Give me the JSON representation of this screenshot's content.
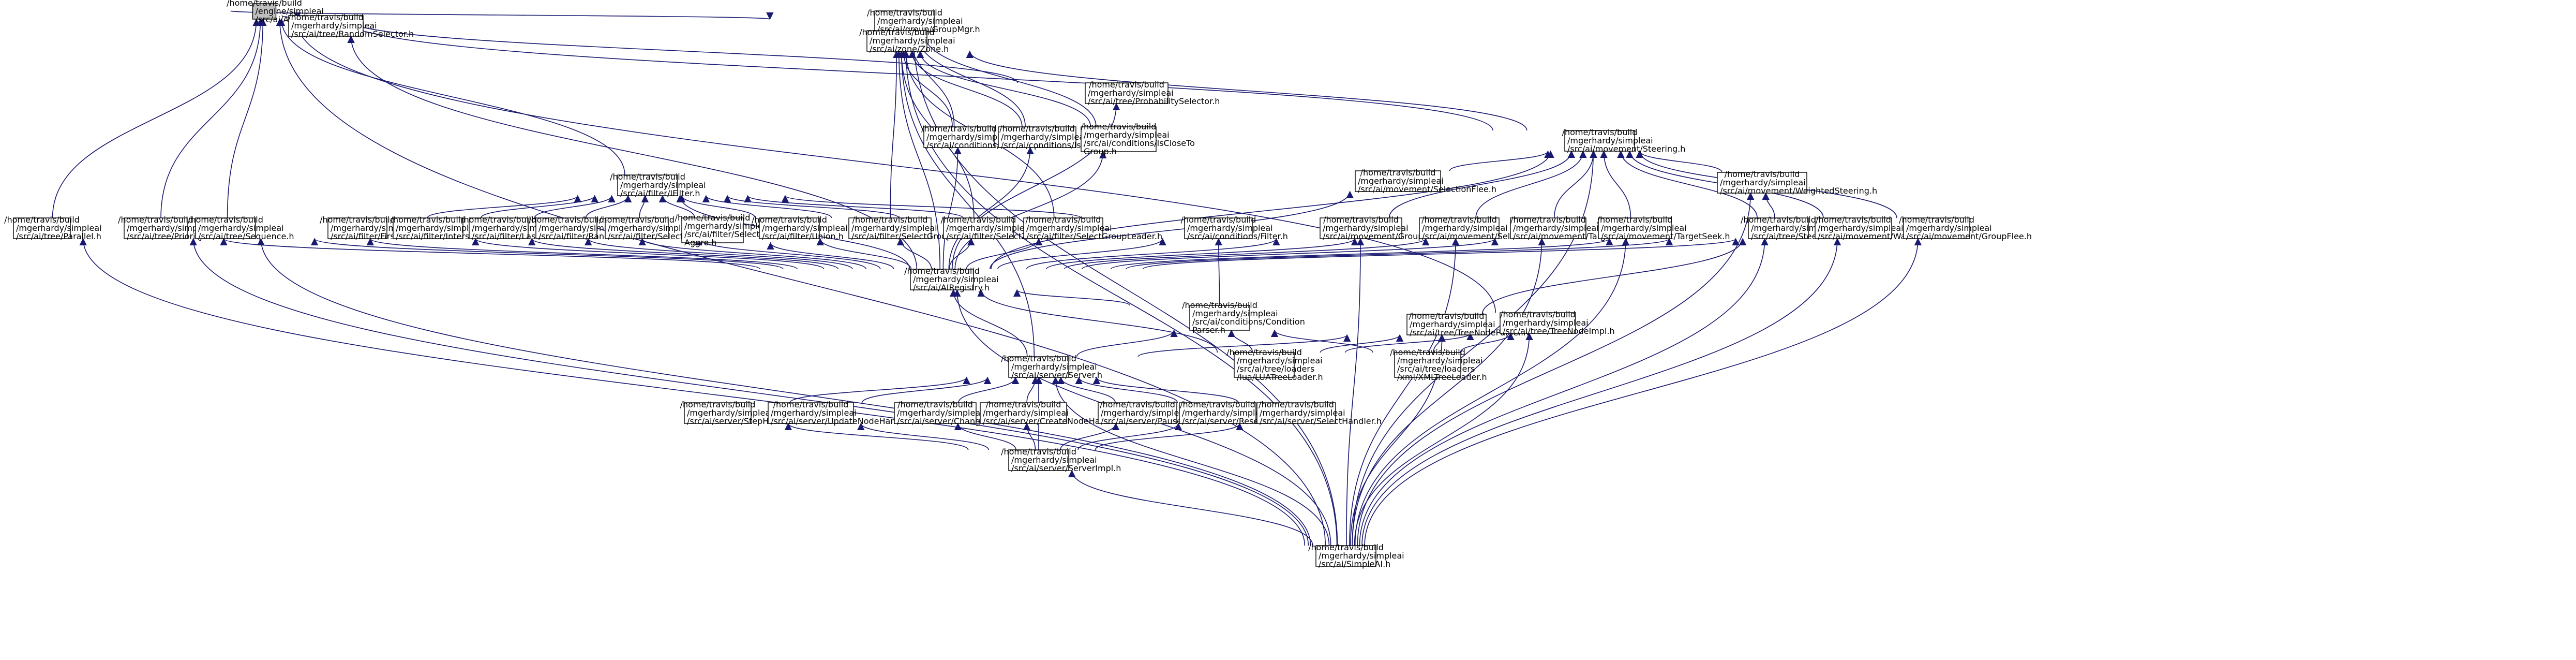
{
  "diagram": {
    "title": "",
    "colors": {
      "edge": "#191970",
      "root_fill": "#bfbfbf",
      "node_fill": "#ffffff",
      "border": "#000000"
    },
    "nodes": [
      {
        "id": "ai",
        "lines": [
          "/home/travis/build",
          "/engine/simpleai",
          "/src/ai/AI.h"
        ],
        "root": true
      },
      {
        "id": "randomsel",
        "lines": [
          "/home/travis/build",
          "/mgerhardy/simpleai",
          "/src/ai/tree/RandomSelector.h"
        ]
      },
      {
        "id": "groupmgr",
        "lines": [
          "/home/travis/build",
          "/mgerhardy/simpleai",
          "/src/ai/group/GroupMgr.h"
        ]
      },
      {
        "id": "zone",
        "lines": [
          "/home/travis/build",
          "/mgerhardy/simpleai",
          "/src/ai/zone/Zone.h"
        ]
      },
      {
        "id": "probsel",
        "lines": [
          "/home/travis/build",
          "/mgerhardy/simpleai",
          "/src/ai/tree/ProbabilitySelector.h"
        ]
      },
      {
        "id": "isingroup",
        "lines": [
          "/home/travis/build",
          "/mgerhardy/simpleai",
          "/src/ai/conditions/IsInGroup.h"
        ]
      },
      {
        "id": "isgroupleader",
        "lines": [
          "/home/travis/build",
          "/mgerhardy/simpleai",
          "/src/ai/conditions/IsGroupLeader.h"
        ]
      },
      {
        "id": "iscloseto",
        "lines": [
          "/home/travis/build",
          "/mgerhardy/simpleai",
          "/src/ai/conditions/IsCloseTo",
          "Group.h"
        ]
      },
      {
        "id": "steering",
        "lines": [
          "/home/travis/build",
          "/mgerhardy/simpleai",
          "/src/ai/movement/Steering.h"
        ]
      },
      {
        "id": "ifilter",
        "lines": [
          "/home/travis/build",
          "/mgerhardy/simpleai",
          "/src/ai/filter/IFilter.h"
        ]
      },
      {
        "id": "parallel",
        "lines": [
          "/home/travis/build",
          "/mgerhardy/simpleai",
          "/src/ai/tree/Parallel.h"
        ]
      },
      {
        "id": "prioritysel",
        "lines": [
          "/home/travis/build",
          "/mgerhardy/simpleai",
          "/src/ai/tree/PrioritySelector.h"
        ]
      },
      {
        "id": "sequence",
        "lines": [
          "/home/travis/build",
          "/mgerhardy/simpleai",
          "/src/ai/tree/Sequence.h"
        ]
      },
      {
        "id": "filterfirst",
        "lines": [
          "/home/travis/build",
          "/mgerhardy/simpleai",
          "/src/ai/filter/First.h"
        ]
      },
      {
        "id": "filterintersection",
        "lines": [
          "/home/travis/build",
          "/mgerhardy/simpleai",
          "/src/ai/filter/Intersection.h"
        ]
      },
      {
        "id": "filterlast",
        "lines": [
          "/home/travis/build",
          "/mgerhardy/simpleai",
          "/src/ai/filter/Last.h"
        ]
      },
      {
        "id": "filterrandom",
        "lines": [
          "/home/travis/build",
          "/mgerhardy/simpleai",
          "/src/ai/filter/Random.h"
        ]
      },
      {
        "id": "selectempty",
        "lines": [
          "/home/travis/build",
          "/mgerhardy/simpleai",
          "/src/ai/filter/SelectEmpty.h"
        ]
      },
      {
        "id": "selecthighest",
        "lines": [
          "/home/travis/build",
          "/mgerhardy/simpleai",
          "/src/ai/filter/SelectHighest",
          "Aggro.h"
        ]
      },
      {
        "id": "filterunion",
        "lines": [
          "/home/travis/build",
          "/mgerhardy/simpleai",
          "/src/ai/filter/Union.h"
        ]
      },
      {
        "id": "selectgroupmembers",
        "lines": [
          "/home/travis/build",
          "/mgerhardy/simpleai",
          "/src/ai/filter/SelectGroupMembers.h"
        ]
      },
      {
        "id": "selectzone",
        "lines": [
          "/home/travis/build",
          "/mgerhardy/simpleai",
          "/src/ai/filter/SelectZone.h"
        ]
      },
      {
        "id": "selectgroupleader",
        "lines": [
          "/home/travis/build",
          "/mgerhardy/simpleai",
          "/src/ai/filter/SelectGroupLeader.h"
        ]
      },
      {
        "id": "condfilter",
        "lines": [
          "/home/travis/build",
          "/mgerhardy/simpleai",
          "/src/ai/conditions/Filter.h"
        ]
      },
      {
        "id": "selectionflee",
        "lines": [
          "/home/travis/build",
          "/mgerhardy/simpleai",
          "/src/ai/movement/SelectionFlee.h"
        ]
      },
      {
        "id": "groupseek",
        "lines": [
          "/home/travis/build",
          "/mgerhardy/simpleai",
          "/src/ai/movement/GroupSeek.h"
        ]
      },
      {
        "id": "selectionseek",
        "lines": [
          "/home/travis/build",
          "/mgerhardy/simpleai",
          "/src/ai/movement/SelectionSeek.h"
        ]
      },
      {
        "id": "targetflee",
        "lines": [
          "/home/travis/build",
          "/mgerhardy/simpleai",
          "/src/ai/movement/TargetFlee.h"
        ]
      },
      {
        "id": "targetseek",
        "lines": [
          "/home/travis/build",
          "/mgerhardy/simpleai",
          "/src/ai/movement/TargetSeek.h"
        ]
      },
      {
        "id": "weightedsteering",
        "lines": [
          "/home/travis/build",
          "/mgerhardy/simpleai",
          "/src/ai/movement/WeightedSteering.h"
        ]
      },
      {
        "id": "steer",
        "lines": [
          "/home/travis/build",
          "/mgerhardy/simpleai",
          "/src/ai/tree/Steer.h"
        ]
      },
      {
        "id": "wander",
        "lines": [
          "/home/travis/build",
          "/mgerhardy/simpleai",
          "/src/ai/movement/Wander.h"
        ]
      },
      {
        "id": "groupflee",
        "lines": [
          "/home/travis/build",
          "/mgerhardy/simpleai",
          "/src/ai/movement/GroupFlee.h"
        ]
      },
      {
        "id": "airegistry",
        "lines": [
          "/home/travis/build",
          "/mgerhardy/simpleai",
          "/src/ai/AIRegistry.h"
        ]
      },
      {
        "id": "condparser",
        "lines": [
          "/home/travis/build",
          "/mgerhardy/simpleai",
          "/src/ai/conditions/Condition",
          "Parser.h"
        ]
      },
      {
        "id": "treenodeparser",
        "lines": [
          "/home/travis/build",
          "/mgerhardy/simpleai",
          "/src/ai/tree/TreeNodeParser.h"
        ]
      },
      {
        "id": "treenodeimpl",
        "lines": [
          "/home/travis/build",
          "/mgerhardy/simpleai",
          "/src/ai/tree/TreeNodeImpl.h"
        ]
      },
      {
        "id": "server",
        "lines": [
          "/home/travis/build",
          "/mgerhardy/simpleai",
          "/src/ai/server/Server.h"
        ]
      },
      {
        "id": "lualoader",
        "lines": [
          "/home/travis/build",
          "/mgerhardy/simpleai",
          "/src/ai/tree/loaders",
          "/lua/LUATreeLoader.h"
        ]
      },
      {
        "id": "xmlloader",
        "lines": [
          "/home/travis/build",
          "/mgerhardy/simpleai",
          "/src/ai/tree/loaders",
          "/xml/XMLTreeLoader.h"
        ]
      },
      {
        "id": "stephandler",
        "lines": [
          "/home/travis/build",
          "/mgerhardy/simpleai",
          "/src/ai/server/StepHandler.h"
        ]
      },
      {
        "id": "updatenodehandler",
        "lines": [
          "/home/travis/build",
          "/mgerhardy/simpleai",
          "/src/ai/server/UpdateNodeHandler.h"
        ]
      },
      {
        "id": "changehandler",
        "lines": [
          "/home/travis/build",
          "/mgerhardy/simpleai",
          "/src/ai/server/ChangeHandler.h"
        ]
      },
      {
        "id": "createnodehandler",
        "lines": [
          "/home/travis/build",
          "/mgerhardy/simpleai",
          "/src/ai/server/CreateNodeHandler.h"
        ]
      },
      {
        "id": "pausehandler",
        "lines": [
          "/home/travis/build",
          "/mgerhardy/simpleai",
          "/src/ai/server/PauseHandler.h"
        ]
      },
      {
        "id": "resethandler",
        "lines": [
          "/home/travis/build",
          "/mgerhardy/simpleai",
          "/src/ai/server/ResetHandler.h"
        ]
      },
      {
        "id": "selecthandler",
        "lines": [
          "/home/travis/build",
          "/mgerhardy/simpleai",
          "/src/ai/server/SelectHandler.h"
        ]
      },
      {
        "id": "serverimpl",
        "lines": [
          "/home/travis/build",
          "/mgerhardy/simpleai",
          "/src/ai/server/ServerImpl.h"
        ]
      },
      {
        "id": "simpleai",
        "lines": [
          "/home/travis/build",
          "/mgerhardy/simpleai",
          "/src/ai/SimpleAI.h"
        ]
      }
    ],
    "edges": [
      [
        "randomsel",
        "ai"
      ],
      [
        "groupmgr",
        "ai"
      ],
      [
        "probsel",
        "ai"
      ],
      [
        "steering",
        "ai"
      ],
      [
        "ifilter",
        "ai"
      ],
      [
        "parallel",
        "ai"
      ],
      [
        "prioritysel",
        "ai"
      ],
      [
        "sequence",
        "ai"
      ],
      [
        "treenodeimpl",
        "ai"
      ],
      [
        "simpleai",
        "ai"
      ],
      [
        "zone",
        "groupmgr"
      ],
      [
        "isingroup",
        "groupmgr"
      ],
      [
        "isgroupleader",
        "groupmgr"
      ],
      [
        "iscloseto",
        "groupmgr"
      ],
      [
        "simpleai",
        "groupmgr"
      ],
      [
        "isingroup",
        "zone"
      ],
      [
        "isgroupleader",
        "zone"
      ],
      [
        "iscloseto",
        "zone"
      ],
      [
        "steering",
        "zone"
      ],
      [
        "selectgroupmembers",
        "zone"
      ],
      [
        "selectzone",
        "zone"
      ],
      [
        "selectgroupleader",
        "zone"
      ],
      [
        "server",
        "zone"
      ],
      [
        "simpleai",
        "zone"
      ],
      [
        "airegistry",
        "zone"
      ],
      [
        "selectionflee",
        "steering"
      ],
      [
        "groupseek",
        "steering"
      ],
      [
        "selectionseek",
        "steering"
      ],
      [
        "targetflee",
        "steering"
      ],
      [
        "targetseek",
        "steering"
      ],
      [
        "weightedsteering",
        "steering"
      ],
      [
        "steer",
        "steering"
      ],
      [
        "wander",
        "steering"
      ],
      [
        "groupflee",
        "steering"
      ],
      [
        "airegistry",
        "steering"
      ],
      [
        "simpleai",
        "steering"
      ],
      [
        "steer",
        "weightedsteering"
      ],
      [
        "simpleai",
        "weightedsteering"
      ],
      [
        "filterfirst",
        "ifilter"
      ],
      [
        "filterintersection",
        "ifilter"
      ],
      [
        "filterlast",
        "ifilter"
      ],
      [
        "filterrandom",
        "ifilter"
      ],
      [
        "selectempty",
        "ifilter"
      ],
      [
        "selecthighest",
        "ifilter"
      ],
      [
        "filterunion",
        "ifilter"
      ],
      [
        "selectgroupmembers",
        "ifilter"
      ],
      [
        "selectzone",
        "ifilter"
      ],
      [
        "selectgroupleader",
        "ifilter"
      ],
      [
        "condfilter",
        "ifilter"
      ],
      [
        "airegistry",
        "ifilter"
      ],
      [
        "airegistry",
        "randomsel"
      ],
      [
        "airegistry",
        "probsel"
      ],
      [
        "airegistry",
        "isingroup"
      ],
      [
        "airegistry",
        "isgroupleader"
      ],
      [
        "airegistry",
        "iscloseto"
      ],
      [
        "airegistry",
        "parallel"
      ],
      [
        "airegistry",
        "prioritysel"
      ],
      [
        "airegistry",
        "sequence"
      ],
      [
        "airegistry",
        "filterfirst"
      ],
      [
        "airegistry",
        "filterintersection"
      ],
      [
        "airegistry",
        "filterlast"
      ],
      [
        "airegistry",
        "filterrandom"
      ],
      [
        "airegistry",
        "selectempty"
      ],
      [
        "airegistry",
        "selecthighest"
      ],
      [
        "airegistry",
        "filterunion"
      ],
      [
        "airegistry",
        "selectgroupmembers"
      ],
      [
        "airegistry",
        "selectzone"
      ],
      [
        "airegistry",
        "selectgroupleader"
      ],
      [
        "airegistry",
        "condfilter"
      ],
      [
        "airegistry",
        "selectionflee"
      ],
      [
        "airegistry",
        "groupseek"
      ],
      [
        "airegistry",
        "selectionseek"
      ],
      [
        "airegistry",
        "targetflee"
      ],
      [
        "airegistry",
        "targetseek"
      ],
      [
        "airegistry",
        "steer"
      ],
      [
        "airegistry",
        "wander"
      ],
      [
        "airegistry",
        "groupflee"
      ],
      [
        "condparser",
        "condfilter"
      ],
      [
        "server",
        "airegistry"
      ],
      [
        "lualoader",
        "airegistry"
      ],
      [
        "simpleai",
        "airegistry"
      ],
      [
        "condparser",
        "airegistry"
      ],
      [
        "server",
        "condparser"
      ],
      [
        "lualoader",
        "condparser"
      ],
      [
        "xmlloader",
        "condparser"
      ],
      [
        "server",
        "treenodeparser"
      ],
      [
        "lualoader",
        "treenodeparser"
      ],
      [
        "xmlloader",
        "treenodeparser"
      ],
      [
        "simpleai",
        "treenodeparser"
      ],
      [
        "treenodeparser",
        "steer"
      ],
      [
        "lualoader",
        "treenodeimpl"
      ],
      [
        "xmlloader",
        "treenodeimpl"
      ],
      [
        "simpleai",
        "treenodeimpl"
      ],
      [
        "stephandler",
        "server"
      ],
      [
        "updatenodehandler",
        "server"
      ],
      [
        "changehandler",
        "server"
      ],
      [
        "createnodehandler",
        "server"
      ],
      [
        "pausehandler",
        "server"
      ],
      [
        "resethandler",
        "server"
      ],
      [
        "selecthandler",
        "server"
      ],
      [
        "serverimpl",
        "server"
      ],
      [
        "simpleai",
        "server"
      ],
      [
        "serverimpl",
        "stephandler"
      ],
      [
        "serverimpl",
        "updatenodehandler"
      ],
      [
        "serverimpl",
        "changehandler"
      ],
      [
        "serverimpl",
        "createnodehandler"
      ],
      [
        "serverimpl",
        "pausehandler"
      ],
      [
        "serverimpl",
        "resethandler"
      ],
      [
        "serverimpl",
        "selecthandler"
      ],
      [
        "simpleai",
        "serverimpl"
      ],
      [
        "simpleai",
        "parallel"
      ],
      [
        "simpleai",
        "prioritysel"
      ],
      [
        "simpleai",
        "sequence"
      ],
      [
        "simpleai",
        "groupseek"
      ],
      [
        "simpleai",
        "selectionseek"
      ],
      [
        "simpleai",
        "targetflee"
      ],
      [
        "simpleai",
        "targetseek"
      ],
      [
        "simpleai",
        "steer"
      ],
      [
        "simpleai",
        "wander"
      ],
      [
        "simpleai",
        "groupflee"
      ]
    ]
  }
}
